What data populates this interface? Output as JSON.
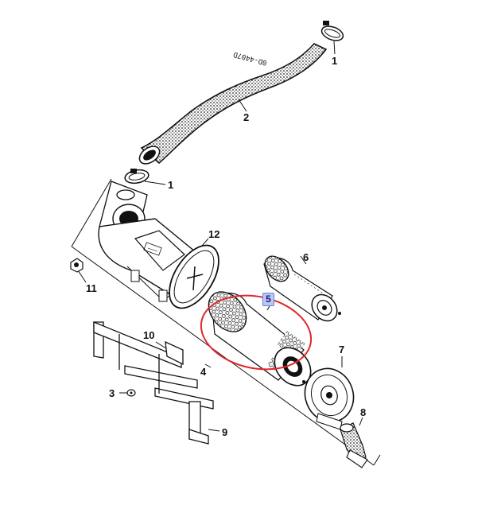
{
  "diagram": {
    "part_stamp": "0D-4407D",
    "labels": {
      "hose_clamp_top": "1",
      "hose": "2",
      "hose_clamp_lower": "1",
      "band": "12",
      "element_inner": "6",
      "element_outer": "5",
      "nut": "11",
      "bracket_strap": "10",
      "housing": "4",
      "washer": "3",
      "cover": "7",
      "valve": "8",
      "bracket": "9"
    },
    "highlight_color": "#e0282c",
    "selected_badge_color": "#b9c8f0"
  }
}
